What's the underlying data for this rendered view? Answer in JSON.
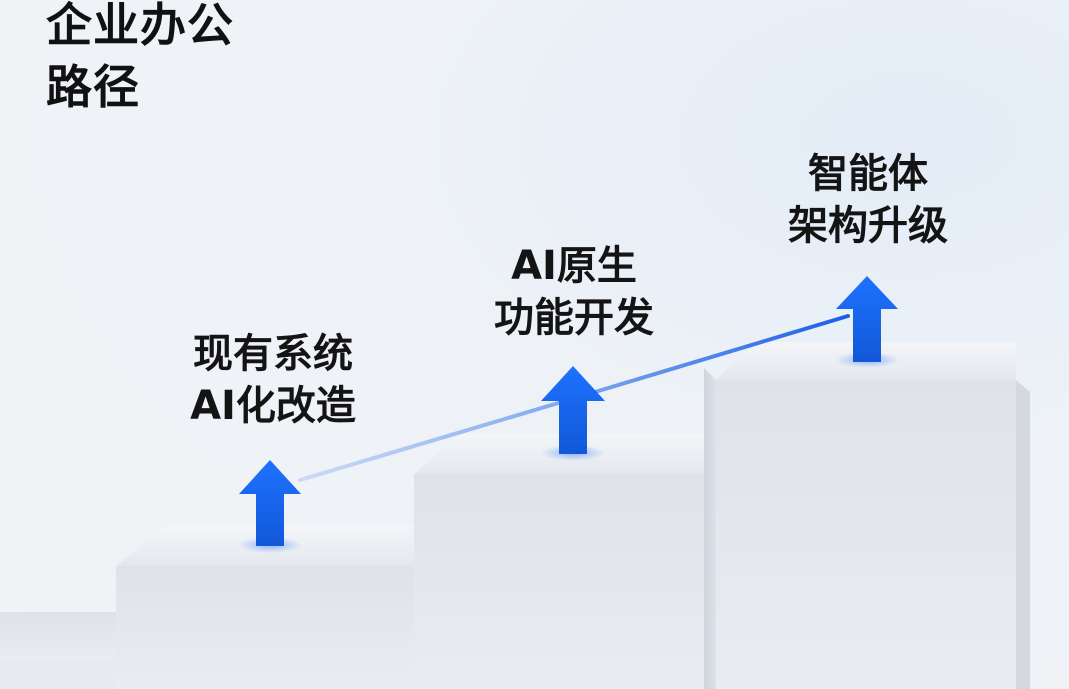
{
  "title": {
    "line1": "企业办公",
    "line2": "路径"
  },
  "steps": [
    {
      "line1": "现有系统",
      "line2": "AI化改造"
    },
    {
      "line1": "AI原生",
      "line2": "功能开发"
    },
    {
      "line1": "智能体",
      "line2": "架构升级"
    }
  ],
  "colors": {
    "arrow": "#1a6cf0",
    "step_top": "#e6e9ee",
    "step_front": "#dde1e7",
    "text": "#141414"
  }
}
